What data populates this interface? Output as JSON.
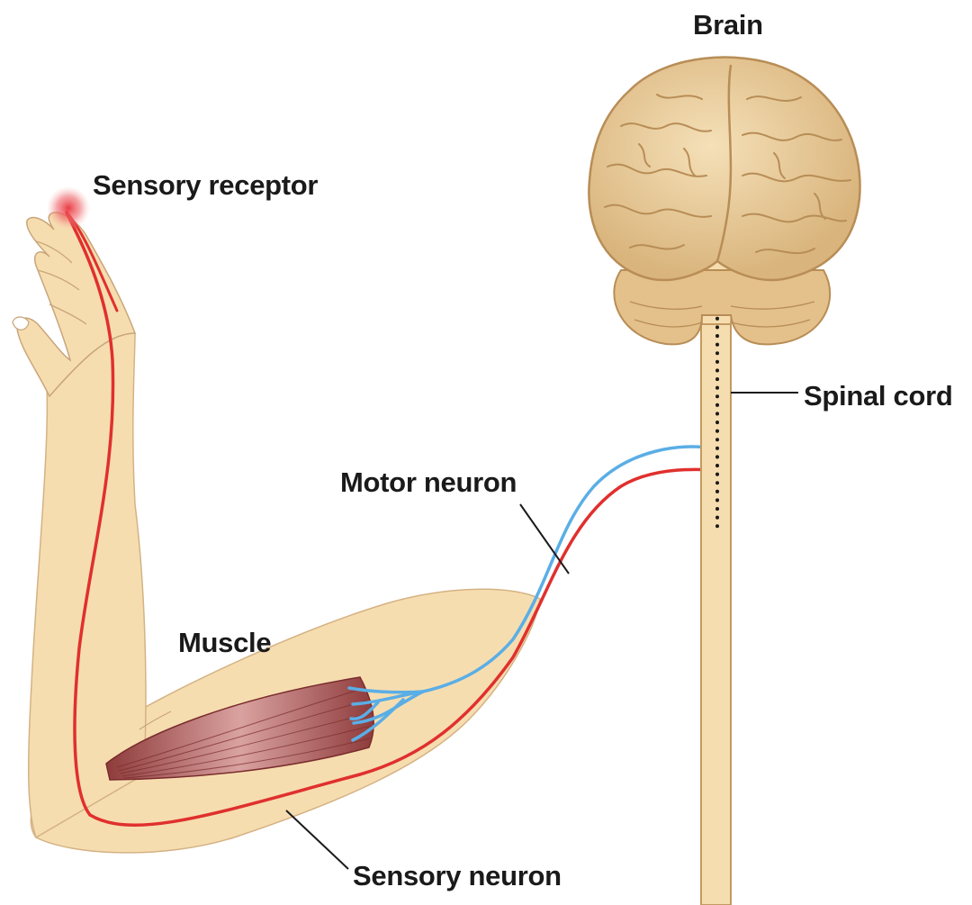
{
  "labels": {
    "brain": "Brain",
    "sensory_receptor": "Sensory receptor",
    "spinal_cord": "Spinal cord",
    "motor_neuron": "Motor neuron",
    "muscle": "Muscle",
    "sensory_neuron": "Sensory neuron"
  },
  "colors": {
    "skin": "#f6ddb0",
    "skin_outline": "#c9a57a",
    "sensory_neuron": "#e0302e",
    "motor_neuron": "#5aaee6",
    "muscle": "#a85757",
    "brain": "#e8cc9c",
    "brain_outline": "#c39a62",
    "receptor_glow": "#e8313a"
  }
}
